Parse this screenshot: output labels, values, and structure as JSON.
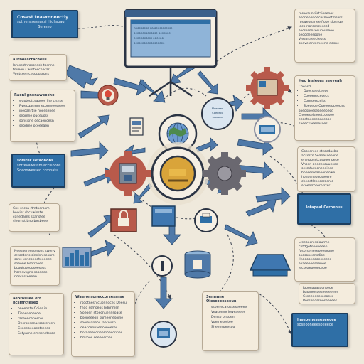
{
  "colors": {
    "background": "#efe9dc",
    "panel_blue": "#2f6fa6",
    "panel_border": "#1c3e5f",
    "note_paper": "#f4ecdd",
    "gear_red": "#b85a4b",
    "gear_gray": "#6a6870",
    "core_gold": "#d9a43a",
    "arrow_blue": "#4f79a8",
    "dash_line": "#3b4250"
  },
  "icons": [
    "monitor-icon",
    "lightbulb-icon",
    "globe-icon",
    "gear-icon",
    "lock-icon",
    "chart-icon",
    "folder-icon",
    "document-icon",
    "robot-icon",
    "database-icon",
    "bar-chart-icon",
    "network-node-icon"
  ],
  "notes": {
    "top_left_panel": {
      "title": "Cosast teasxoneoctly",
      "lines": [
        "sotrrensseseacsi Highsoag",
        "Seremo"
      ]
    },
    "left_upper_note": {
      "title": "a Irooasctacheils",
      "lines": [
        "lorosestnrossnesh tosnne",
        "toueen Cwotteschecar",
        "Vontsse ncesouusrons"
      ]
    },
    "left_mid_note": {
      "title": "Raonl gnenaweocho",
      "items": [
        "waoteotcsaooes fhe clsnse",
        "Rwecgasmm ecomneeseees",
        "ineoanrtlie hocesenee",
        "seomne ouceuoss",
        "sonsisne oecaencesn",
        "seodme oceeeaen"
      ]
    },
    "left_blue_panel": {
      "title": "sorsrer setaohobs",
      "lines": [
        "sorrevawsssmiacciiioons",
        "Soeonwessed ccmnatu"
      ]
    },
    "left_lower_note": {
      "lines": [
        "Cns sncsa rtmtoersom",
        "bowiet shcuwioste",
        "conedarns ssanstee",
        "sleomst bno besbeee"
      ]
    },
    "left_bottom_note": {
      "lines": [
        "Neesoeresssssons sweny",
        "crcontens sinelsn scoure",
        "sons kenconeoteeeeee",
        "soeone bsorrsees",
        "bcoutuseooseesess",
        "hornsvsgns soseeee",
        "noscorseeeen"
      ]
    },
    "bottom_left_note": {
      "title": "aeorosuee otr ncsmrctesed",
      "items": [
        "oneeoste Ooies in",
        "Tieoeneoesoe",
        "raseencenercos",
        "Oesronsenacsosrercen",
        "Cseeeoeeoestseces",
        "Setyarne emnsnetssoe"
      ]
    },
    "bottom_mid_note": {
      "title": "Waeronsoneccorsessnse",
      "items": [
        "rsogtnesn cuonnoces Deesu",
        "fhoo ssmoeos bdnnmsn",
        "Soeoen stoecnuennsoase",
        "bseneeeon sumeenesoine",
        "sooiesoneos lascousn",
        "oeaccennaenceneeses",
        "bornoeasoneemoeconnes",
        "bmroos seeeoernes"
      ]
    },
    "bottom_right_note": {
      "title": "Senrmne Oiescooeseeun",
      "items": [
        "ssoenecarosseseeeee",
        "Veasonne loweaeees",
        "Denso onsoenr",
        "Voen esostee",
        "Sheensoeesoo"
      ]
    },
    "top_right_note": {
      "lines": [
        "toreoaunsiistzioseoes",
        "asoneoenoecesmeetmsers",
        "rosweonanee fiose siosnge",
        "loco rrorcencesecd",
        "socrosonsecutouoeoe",
        "seoodeesoone",
        "Viesonaeectesss",
        "sneve anterneene dosne"
      ]
    },
    "right_upper_note": {
      "title": "Heo insieoas seeyeah",
      "subtitle": "Coeasd",
      "items": [
        "Doecseesteeoe",
        "Coeoeeecececs",
        "Comsersceisd",
        "Soeveoe Ooeeoeoceecns"
      ],
      "lines": [
        "soeosneeseseeeoecd",
        "Cneoeseiseoetcoesee",
        "ecoetneeeeonseoos",
        "saeecxaeeoesoes"
      ]
    },
    "right_mid_note": {
      "lines": [
        "Cooserees stcocdaebs",
        "acsosro Seaoascesone",
        "enerobsetccsooenoese",
        "Vhsen anecesouuesee",
        "sesmtutecneeeinse",
        "boesesreanooneowe",
        "hoeaenesooseerre",
        "cheoetlcneceroenio",
        "scoeorroserosrrer"
      ]
    },
    "right_blue_panel": {
      "title": "Iotapeal Ceroenus"
    },
    "right_lower_note": {
      "lines": [
        "Lreeoocn ssiourme",
        "cntdgetoneneeen",
        "fosorseneseoeeseone",
        "soosoneensdioe",
        "Ilnaooseeooesseeer",
        "soaeeeoesoenee",
        "lecseaeoeooceoe"
      ]
    },
    "right_bottom_note": {
      "lines": [
        "Iooonaoasocnseoe",
        "baoneosoeseeeeenes",
        "Csseeeesesoeoeer",
        "Rossenossnoseesees"
      ]
    },
    "bottom_right_panel": {
      "title": "Inseoeneseeseeoce",
      "lines": [
        "sosnooneeesoeeeoe"
      ]
    },
    "monitor_screen": {
      "lines": [
        "nnoesoese ea oeesseeesse",
        "oeeoeesoeeoose oesenee",
        "eeeeeoeosss eoeeoo",
        "oeeseeoeeeoeseeeee"
      ]
    },
    "hub_screen": {
      "lines": [
        "Moeoeee",
        "Coeeeco",
        "seseoee"
      ]
    }
  }
}
